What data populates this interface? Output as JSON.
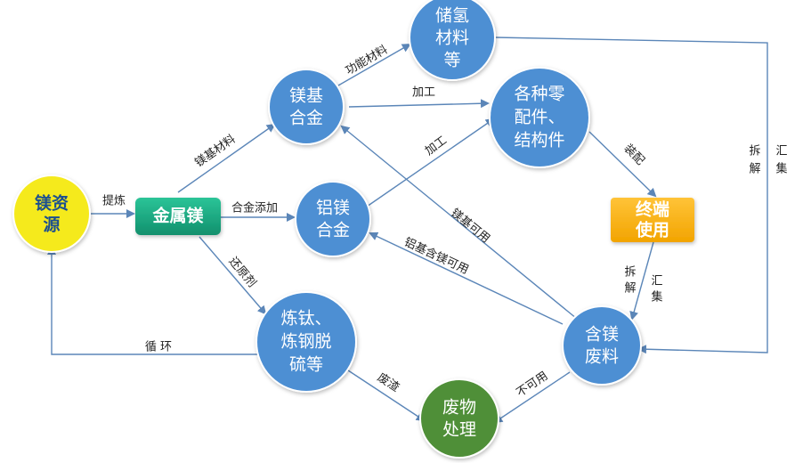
{
  "colors": {
    "blue_node": "#4e8fd3",
    "blue_stroke": "#ffffff",
    "yellow_node": "#f5ea1c",
    "yellow_text": "#1f5fa8",
    "green_box": "#1aa982",
    "green_node": "#4f8f37",
    "orange_box": "#ffb417",
    "orange_text": "#ffffff",
    "edge": "#5b86b8"
  },
  "nodes": {
    "magnesium_source": {
      "line1": "镁资",
      "line2": "源"
    },
    "metal_magnesium": {
      "label": "金属镁"
    },
    "mg_alloy": {
      "line1": "镁基",
      "line2": "合金"
    },
    "hydrogen_storage": {
      "line1": "储氢",
      "line2": "材料",
      "line3": "等"
    },
    "parts": {
      "line1": "各种零",
      "line2": "配件、",
      "line3": "结构件"
    },
    "al_mg_alloy": {
      "line1": "铝镁",
      "line2": "合金"
    },
    "terminal_use": {
      "line1": "终端",
      "line2": "使用"
    },
    "mg_waste": {
      "line1": "含镁",
      "line2": "废料"
    },
    "ti_steel": {
      "line1": "炼钛、",
      "line2": "炼钢脱",
      "line3": "硫等"
    },
    "waste_treatment": {
      "line1": "废物",
      "line2": "处理"
    }
  },
  "edges": {
    "refine": "提炼",
    "mg_material": "镁基材料",
    "alloy_add": "合金添加",
    "reducer": "还原剂",
    "functional": "功能材料",
    "process_top": "加工",
    "process_mid": "加工",
    "assemble": "装配",
    "disassemble_right": "拆",
    "disassemble_right2": "解",
    "collect_right": "汇",
    "collect_right2": "集",
    "disassemble_mid": "拆",
    "disassemble_mid2": "解",
    "collect_mid": "汇",
    "collect_mid2": "集",
    "mg_usable": "镁基可用",
    "al_usable": "铝基含镁可用",
    "unusable": "不可用",
    "slag": "废渣",
    "cycle": "循 环"
  }
}
